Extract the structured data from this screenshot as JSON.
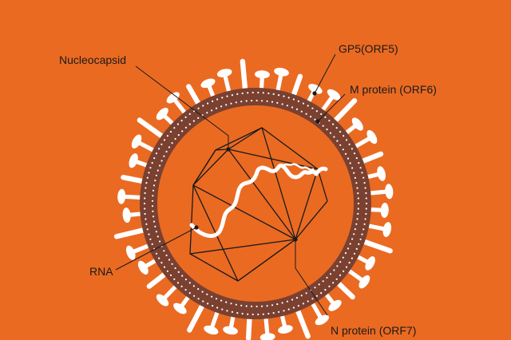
{
  "diagram": {
    "background": "#ea6a22",
    "membrane_color": "#7a4030",
    "spike_color": "#ffffff",
    "line_color": "#1a1a1a",
    "labels": {
      "nucleocapsid": "Nucleocapsid",
      "gp5": "GP5(ORF5)",
      "m_protein": "M protein (ORF6)",
      "rna": "RNA",
      "n_protein": "N protein (ORF7)"
    }
  }
}
